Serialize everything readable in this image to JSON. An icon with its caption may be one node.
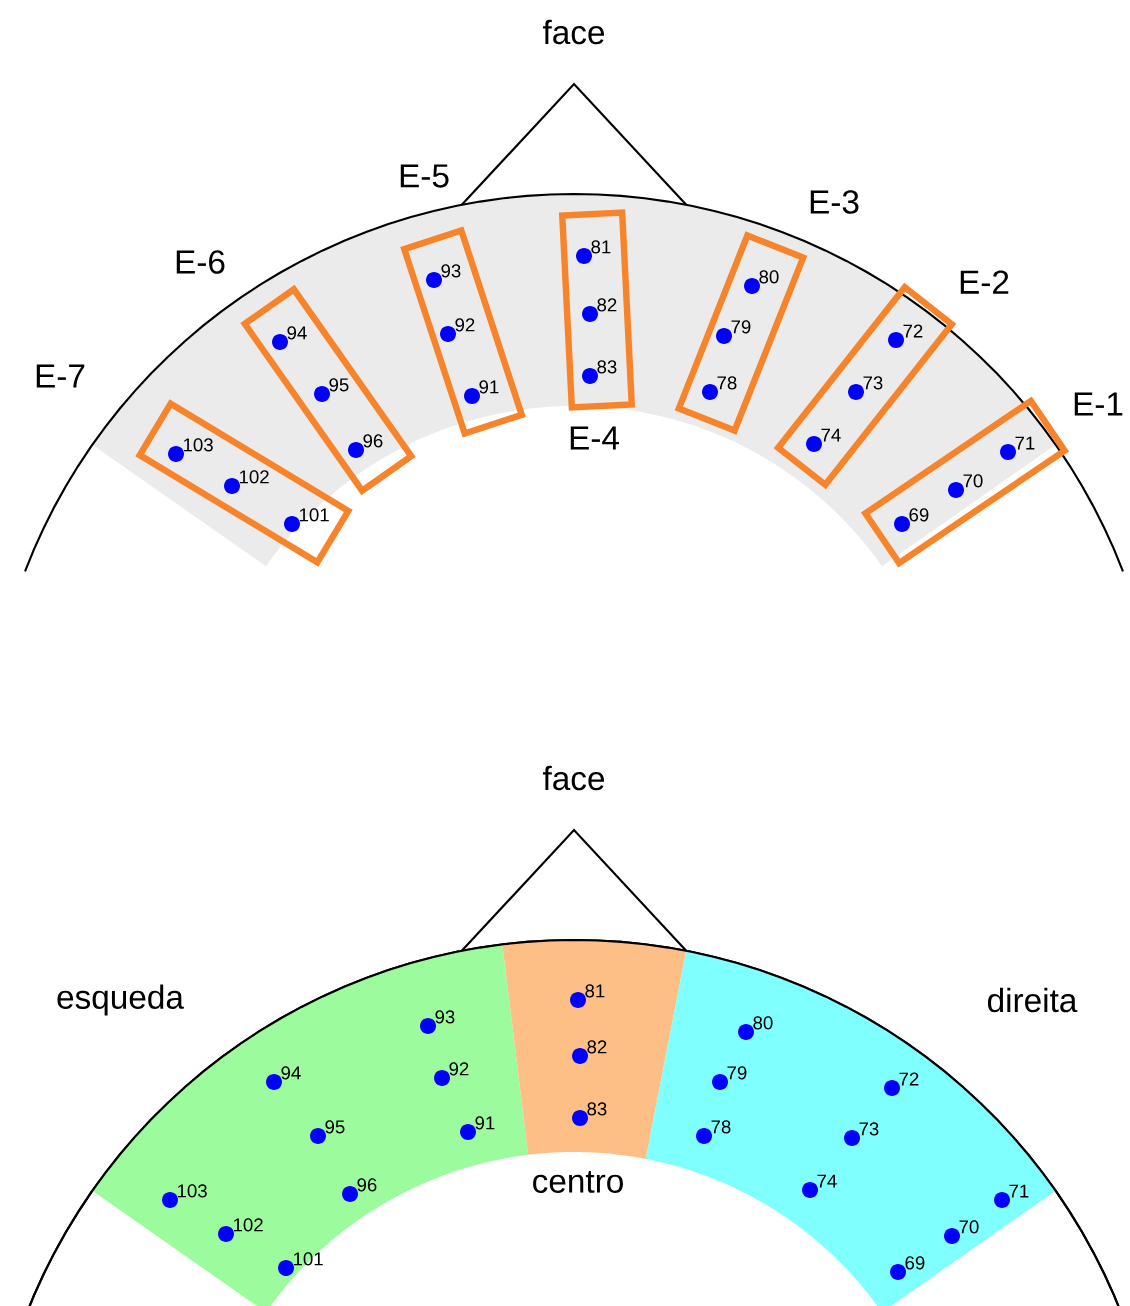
{
  "diagram": {
    "nodes": [
      {
        "text": [
          "103",
          "102",
          "101"
        ],
        "beside": [
          "E-7"
        ]
      },
      {
        "text": [
          "94",
          "95",
          "96"
        ],
        "beside": [
          "E-6"
        ]
      },
      {
        "text": [
          "93",
          "92",
          "91"
        ],
        "beside": [
          "E-5"
        ]
      },
      {
        "text": [
          "81",
          "82",
          "83"
        ],
        "beside": [
          "E-4"
        ]
      },
      {
        "text": [
          "80",
          "79",
          "78"
        ],
        "beside": [
          "E-3"
        ]
      },
      {
        "text": [
          "72",
          "73",
          "74"
        ],
        "beside": [
          "E-2"
        ]
      },
      {
        "text": [
          "71",
          "70",
          "69"
        ],
        "beside": [
          "E-1"
        ]
      },
      {
        "text": [
          "93",
          "94",
          "92",
          "95",
          "91",
          "103",
          "96",
          "102",
          "101"
        ],
        "beside": [
          "esqueda"
        ]
      },
      {
        "text": [
          "81",
          "82",
          "83"
        ],
        "beside": [
          "centro"
        ]
      },
      {
        "text": [
          "80",
          "79",
          "72",
          "78",
          "73",
          "74",
          "71",
          "70",
          "69"
        ],
        "beside": [
          "direita"
        ]
      }
    ],
    "edges": [],
    "labels": [
      "face",
      "face"
    ]
  }
}
